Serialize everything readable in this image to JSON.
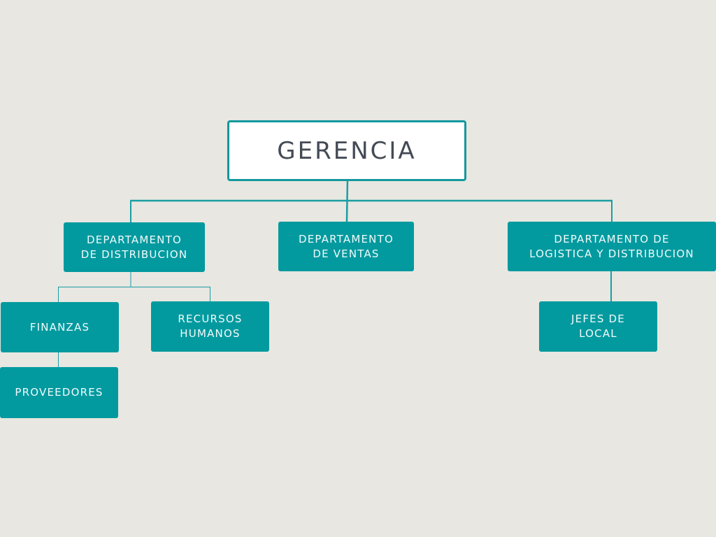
{
  "diagram": {
    "root": {
      "label": "GERENCIA"
    },
    "departments": [
      {
        "id": "dist",
        "label": "DEPARTAMENTO\nDE DISTRIBUCION",
        "children": [
          {
            "id": "fin",
            "label": "FINANZAS",
            "children": [
              {
                "id": "prov",
                "label": "PROVEEDORES"
              }
            ]
          },
          {
            "id": "rh",
            "label": "RECURSOS\nHUMANOS"
          }
        ]
      },
      {
        "id": "ventas",
        "label": "DEPARTAMENTO\nDE VENTAS"
      },
      {
        "id": "log",
        "label": "DEPARTAMENTO DE\nLOGISTICA Y DISTRIBUCION",
        "children": [
          {
            "id": "jefes",
            "label": "JEFES DE\nLOCAL"
          }
        ]
      }
    ],
    "colors": {
      "background": "#e8e7e1",
      "node_fill": "#029a9f",
      "node_text": "#f2fbfb",
      "root_border": "#13989d",
      "root_text": "#444a55",
      "connector": "#1a9ea3"
    }
  }
}
